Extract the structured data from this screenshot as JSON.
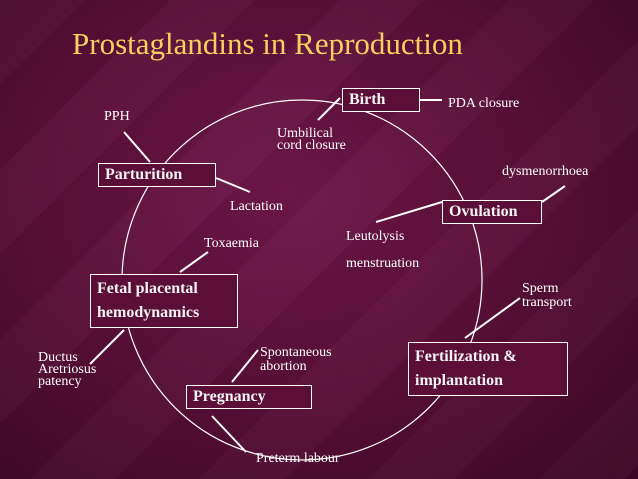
{
  "title": "Prostaglandins in Reproduction",
  "nodes": {
    "birth": "Birth",
    "ovulation": "Ovulation",
    "fertilization": "Fertilization & implantation",
    "pregnancy": "Pregnancy",
    "fetal_placental": "Fetal placental hemodynamics",
    "parturition": "Parturition"
  },
  "notes": {
    "pda_closure": "PDA closure",
    "pph": "PPH",
    "umbilical_cord_closure": "Umbilical cord closure",
    "dysmenorrhoea": "dysmenorrhoea",
    "lactation": "Lactation",
    "toxaemia": "Toxaemia",
    "leutolysis": "Leutolysis",
    "menstruation": "menstruation",
    "sperm_transport": "Sperm transport",
    "ductus": "Ductus Aretriosus patency",
    "spontaneous_abortion": "Spontaneous abortion",
    "preterm_labour": "Preterm labour"
  },
  "colors": {
    "background": "#5a1038",
    "title": "#f6cf62",
    "node_fill": "#5b0f37",
    "lines": "#ffffff"
  }
}
